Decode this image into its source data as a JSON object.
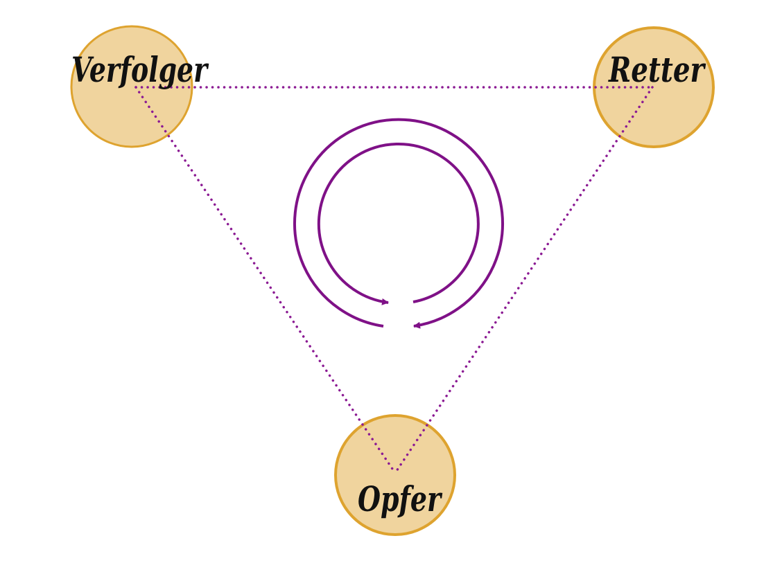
{
  "diagram": {
    "nodes": {
      "persecutor": {
        "label": "Verfolger"
      },
      "rescuer": {
        "label": "Retter"
      },
      "victim": {
        "label": "Opfer"
      }
    },
    "colors": {
      "node_fill": "#f0d49e",
      "node_stroke": "#dea32f",
      "edge": "#8b1a93",
      "cycle_arrows": "#7f1187",
      "label_text": "#111111"
    },
    "edge_style": "dotted",
    "cycle_direction": "clockwise"
  }
}
